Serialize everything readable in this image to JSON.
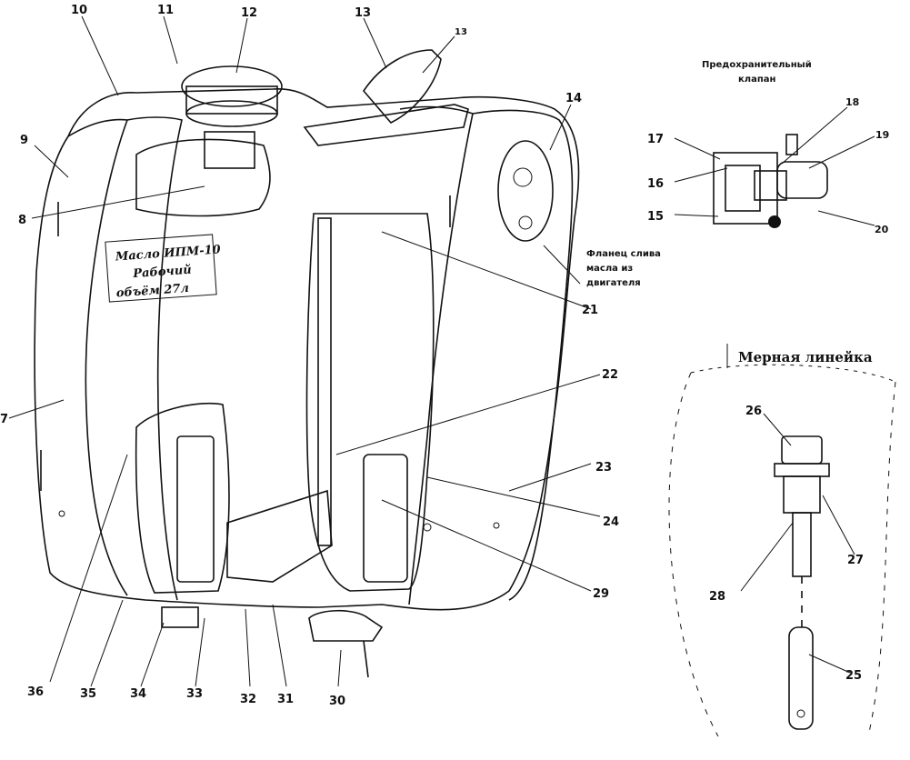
{
  "callouts": [
    "10",
    "11",
    "12",
    "13",
    "13",
    "14",
    "9",
    "8",
    "7",
    "21",
    "22",
    "23",
    "24",
    "29",
    "30",
    "31",
    "32",
    "33",
    "34",
    "35",
    "36"
  ],
  "valve": {
    "title_line1": "Предохранительный",
    "title_line2": "клапан",
    "callouts": [
      "17",
      "16",
      "15",
      "18",
      "19",
      "20"
    ]
  },
  "drain_flange": {
    "line1": "Фланец слива",
    "line2": "масла из",
    "line3": "двигателя"
  },
  "tank_label": {
    "line1": "Масло ИПМ-10",
    "line2": "Рабочий",
    "line3": "объём 27л"
  },
  "dipstick": {
    "title": "Мерная линейка",
    "callouts": [
      "26",
      "27",
      "28",
      "25"
    ]
  }
}
